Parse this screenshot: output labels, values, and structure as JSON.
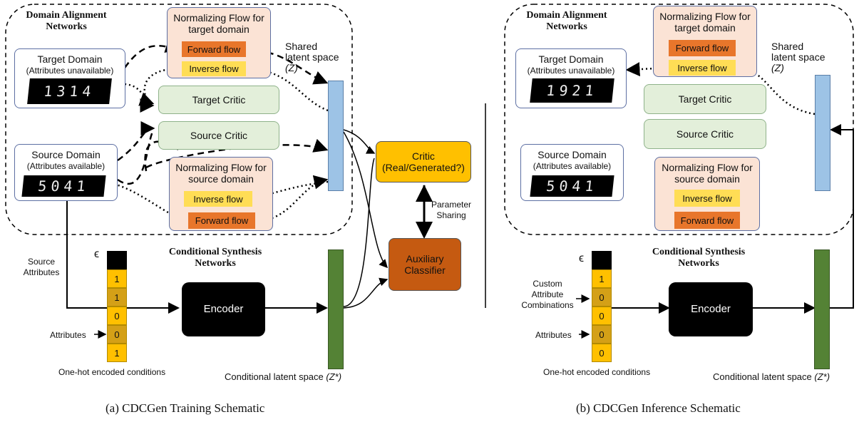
{
  "left": {
    "region_title": "Domain Alignment Networks",
    "target_domain": {
      "title": "Target Domain",
      "subtitle": "(Attributes unavailable)",
      "digits": "1314"
    },
    "source_domain": {
      "title": "Source Domain",
      "subtitle": "(Attributes available)",
      "digits": "5041"
    },
    "nf_target": {
      "title": "Normalizing Flow for target domain",
      "forward": "Forward flow",
      "inverse": "Inverse flow"
    },
    "nf_source": {
      "title": "Normalizing Flow for source domain",
      "forward": "Forward flow",
      "inverse": "Inverse flow"
    },
    "target_critic": "Target Critic",
    "source_critic": "Source Critic",
    "shared_latent": "Shared latent space",
    "shared_latent_sym": "(Z)",
    "critic": {
      "title": "Critic",
      "subtitle": "(Real/Generated?)"
    },
    "param_sharing": "Parameter Sharing",
    "aux_classifier": "Auxiliary Classifier",
    "cond_title": "Conditional Synthesis Networks",
    "epsilon": "ϵ",
    "source_attributes": "Source Attributes",
    "attributes": "Attributes",
    "onehot_values": [
      "1",
      "1",
      "0",
      "0",
      "1"
    ],
    "onehot_label": "One-hot encoded conditions",
    "encoder": "Encoder",
    "cond_latent": "Conditional latent space",
    "cond_latent_sym": "(Z*)",
    "caption": "(a)  CDCGen Training Schematic"
  },
  "right": {
    "region_title": "Domain Alignment Networks",
    "target_domain": {
      "title": "Target Domain",
      "subtitle": "(Attributes unavailable)",
      "digits": "1921"
    },
    "source_domain": {
      "title": "Source Domain",
      "subtitle": "(Attributes available)",
      "digits": "5041"
    },
    "nf_target": {
      "title": "Normalizing Flow for target domain",
      "forward": "Forward flow",
      "inverse": "Inverse flow"
    },
    "nf_source": {
      "title": "Normalizing Flow for source domain",
      "forward": "Forward flow",
      "inverse": "Inverse flow"
    },
    "target_critic": "Target Critic",
    "source_critic": "Source Critic",
    "shared_latent": "Shared latent space",
    "shared_latent_sym": "(Z)",
    "cond_title": "Conditional Synthesis Networks",
    "epsilon": "ϵ",
    "custom_attributes": "Custom Attribute Combinations",
    "attributes": "Attributes",
    "onehot_values": [
      "1",
      "0",
      "0",
      "0",
      "0"
    ],
    "onehot_label": "One-hot encoded conditions",
    "encoder": "Encoder",
    "cond_latent": "Conditional latent space",
    "cond_latent_sym": "(Z*)",
    "caption": "(b)  CDCGen Inference Schematic"
  },
  "colors": {
    "latent_blue": "#9dc3e6",
    "latent_green": "#548235",
    "critic_gold": "#ffc000",
    "aux_orange": "#c55a11",
    "forward": "#e8762b",
    "inverse": "#ffdd55",
    "onehot": "#ffc000",
    "onehot_alt": "#d4a017"
  }
}
